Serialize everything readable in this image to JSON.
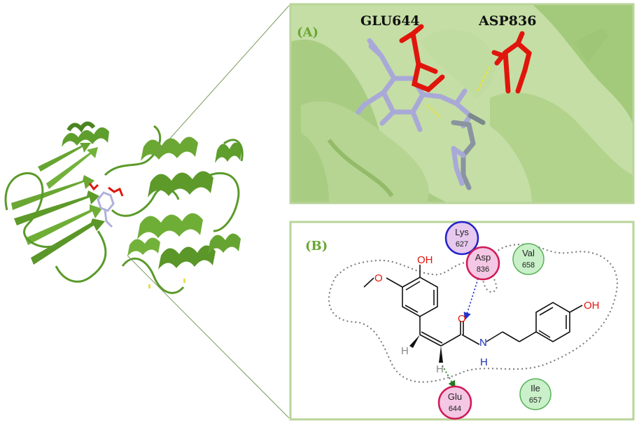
{
  "panel_a": {
    "label": "(A)",
    "residues": [
      "GLU644",
      "ASP836"
    ]
  },
  "panel_b": {
    "label": "(B)",
    "residue_nodes": [
      {
        "name": "Lys",
        "number": "627",
        "type": "charged-positive"
      },
      {
        "name": "Asp",
        "number": "836",
        "type": "charged-negative"
      },
      {
        "name": "Val",
        "number": "658",
        "type": "hydrophobic"
      },
      {
        "name": "Glu",
        "number": "644",
        "type": "charged-negative"
      },
      {
        "name": "Ile",
        "number": "657",
        "type": "hydrophobic"
      }
    ],
    "atoms": {
      "oh_left": "OH",
      "oh_right": "OH",
      "o_methoxy": "O",
      "o_carbonyl": "O",
      "n_amide": "N",
      "h_amide": "H",
      "h_vinyl_left": "H",
      "h_vinyl_right": "H"
    }
  },
  "colors": {
    "protein_green": "#5a9a2a",
    "protein_light": "#a8cc7a",
    "panel_border": "#b9d49a",
    "ligand_lavender": "#a9a9d8",
    "residue_red": "#e0150c",
    "hbond_yellow": "#e8e04a",
    "blue_node_border": "#2222cc",
    "red_node_border": "#d01a55",
    "pink_fill": "#f4c7e4",
    "green_fill": "#c9f0c9",
    "green_border": "#5ab25a"
  }
}
